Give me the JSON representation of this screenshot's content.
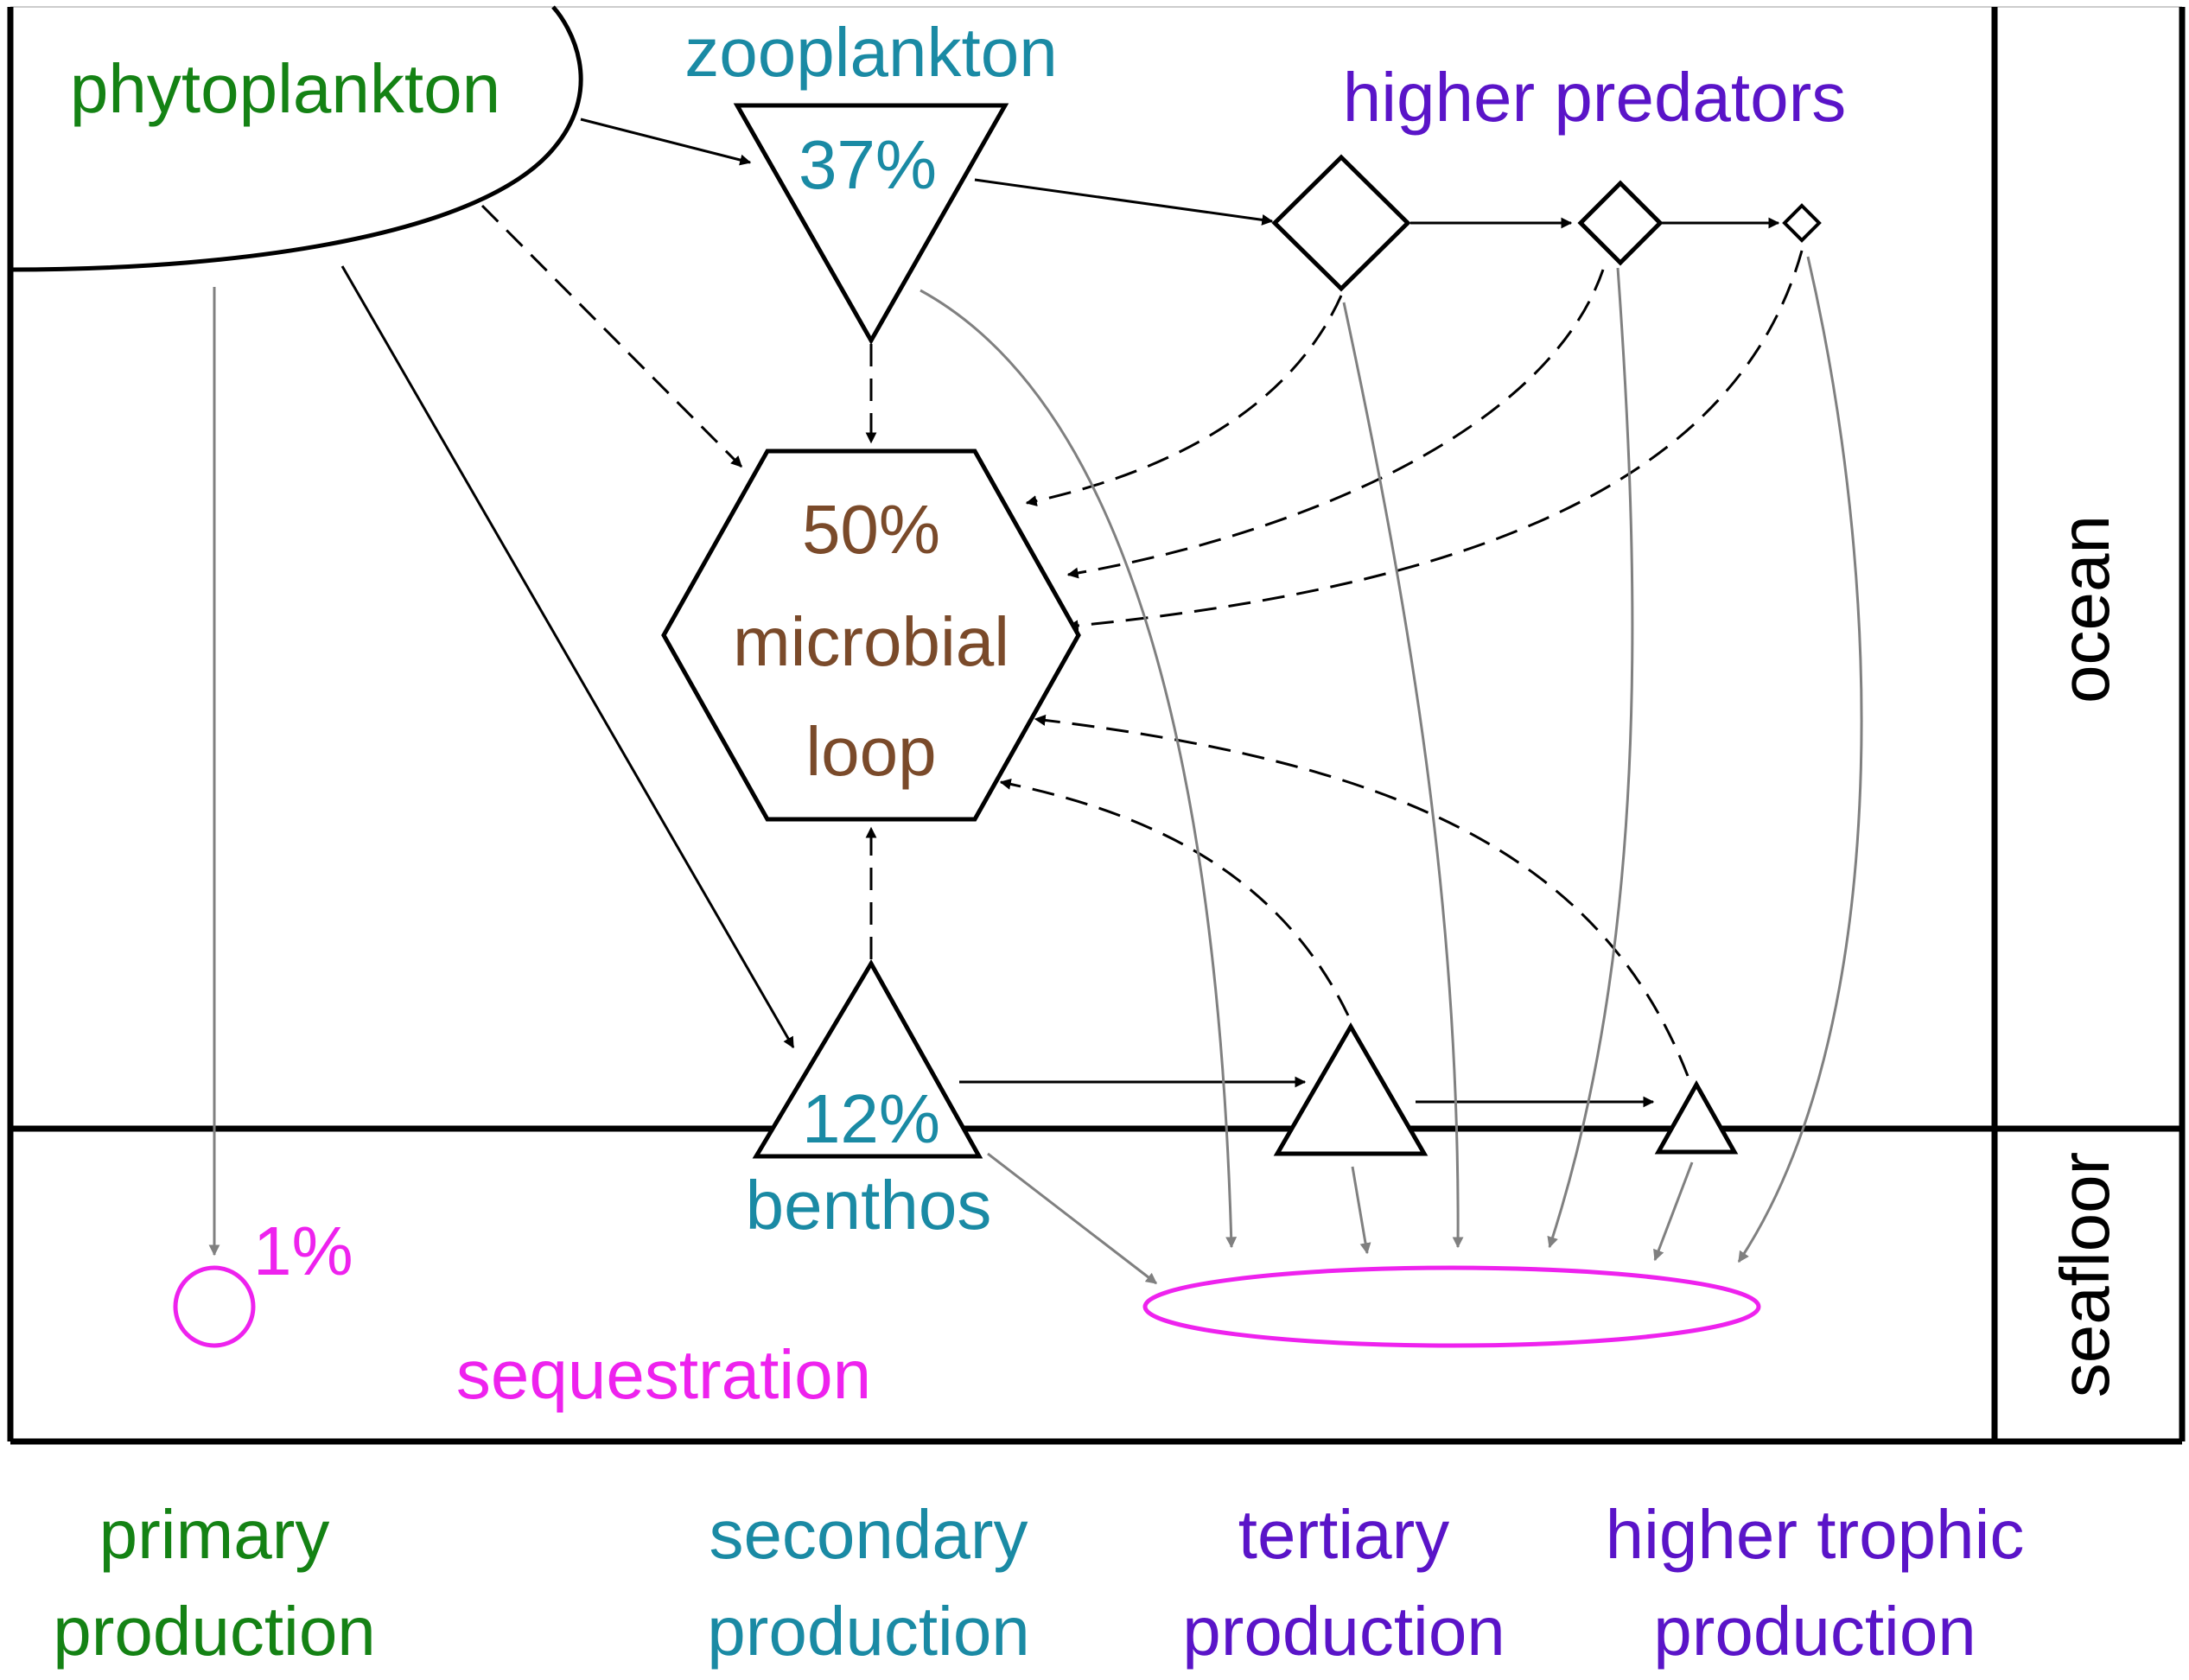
{
  "labels": {
    "phytoplankton": "phytoplankton",
    "zooplankton": "zooplankton",
    "zooplankton_pct": "37%",
    "higher_predators": "higher predators",
    "microbial_pct": "50%",
    "microbial_line1": "microbial",
    "microbial_line2": "loop",
    "benthos_pct": "12%",
    "benthos": "benthos",
    "sequestration_pct": "1%",
    "sequestration": "sequestration",
    "zone_ocean": "ocean",
    "zone_seafloor": "seafloor"
  },
  "footer": {
    "primary_line1": "primary",
    "primary_line2": "production",
    "secondary_line1": "secondary",
    "secondary_line2": "production",
    "tertiary_line1": "tertiary",
    "tertiary_line2": "production",
    "higher_line1": "higher trophic",
    "higher_line2": "production"
  },
  "colors": {
    "primary": "#148214",
    "secondary": "#1a8aa4",
    "higher": "#5a14c8",
    "microbial": "#7a4a2a",
    "sequestration": "#ee22ee",
    "solid_flow": "#000000",
    "sink_flow": "#808080",
    "outline": "#000000"
  }
}
